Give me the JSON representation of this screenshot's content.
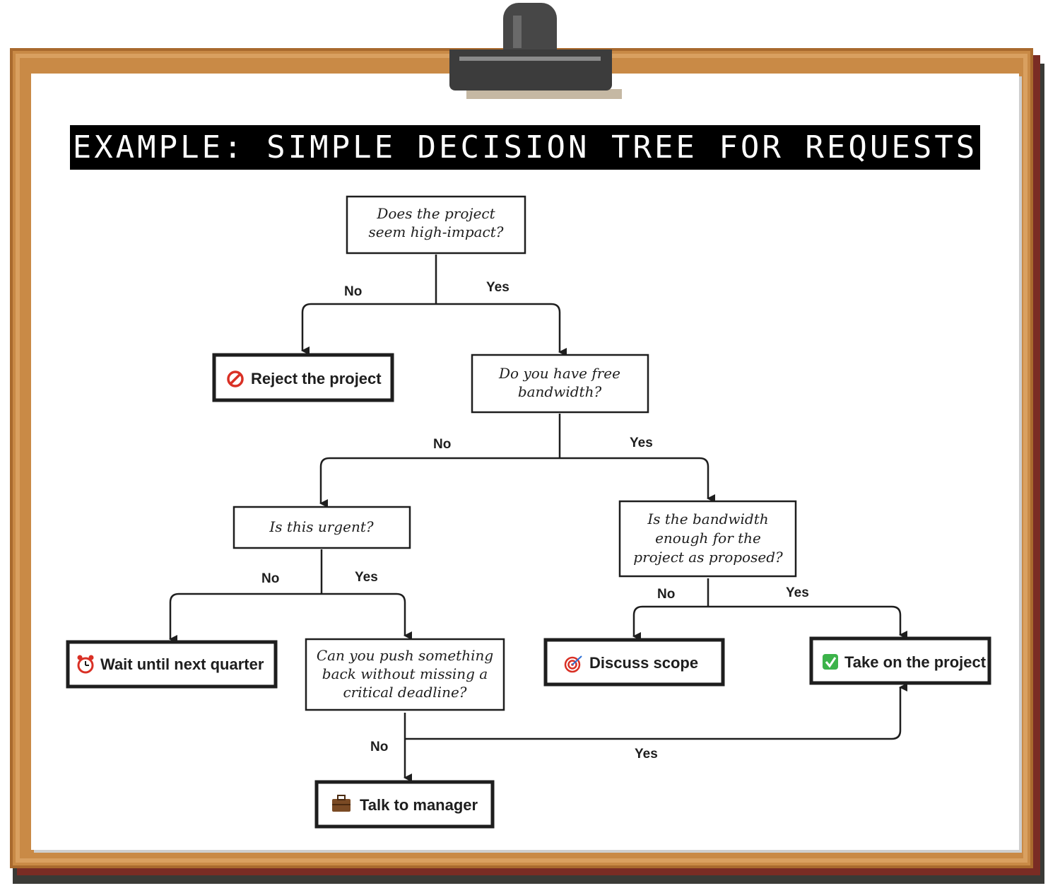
{
  "title": "EXAMPLE: SIMPLE DECISION TREE FOR REQUESTS",
  "colors": {
    "board": "#c98a46",
    "board_dark": "#7a2c24",
    "title_bg": "#000000",
    "title_fg": "#ffffff",
    "ink": "#1e1e1e",
    "check_green": "#3cb34a",
    "forbid_red": "#d93025"
  },
  "nodes": {
    "q1": {
      "kind": "question",
      "lines": [
        "Does the project",
        "seem high-impact?"
      ]
    },
    "reject": {
      "kind": "action",
      "icon": "prohibited-icon",
      "label": "Reject the project"
    },
    "q2": {
      "kind": "question",
      "lines": [
        "Do you have free",
        "bandwidth?"
      ]
    },
    "q3": {
      "kind": "question",
      "lines": [
        "Is this urgent?"
      ]
    },
    "q4": {
      "kind": "question",
      "lines": [
        "Is the bandwidth",
        "enough for the",
        "project as proposed?"
      ]
    },
    "wait": {
      "kind": "action",
      "icon": "alarm-clock-icon",
      "label": "Wait until next quarter"
    },
    "q5": {
      "kind": "question",
      "lines": [
        "Can you push something",
        "back without missing a",
        "critical deadline?"
      ]
    },
    "discuss": {
      "kind": "action",
      "icon": "target-icon",
      "label": "Discuss scope"
    },
    "take": {
      "kind": "action",
      "icon": "check-mark-icon",
      "label": "Take on the project"
    },
    "manager": {
      "kind": "action",
      "icon": "briefcase-icon",
      "label": "Talk to manager"
    }
  },
  "edges": [
    {
      "from": "q1",
      "to": "reject",
      "label": "No"
    },
    {
      "from": "q1",
      "to": "q2",
      "label": "Yes"
    },
    {
      "from": "q2",
      "to": "q3",
      "label": "No"
    },
    {
      "from": "q2",
      "to": "q4",
      "label": "Yes"
    },
    {
      "from": "q3",
      "to": "wait",
      "label": "No"
    },
    {
      "from": "q3",
      "to": "q5",
      "label": "Yes"
    },
    {
      "from": "q4",
      "to": "discuss",
      "label": "No"
    },
    {
      "from": "q4",
      "to": "take",
      "label": "Yes"
    },
    {
      "from": "q5",
      "to": "manager",
      "label": "No"
    },
    {
      "from": "q5",
      "to": "take",
      "label": "Yes"
    }
  ]
}
